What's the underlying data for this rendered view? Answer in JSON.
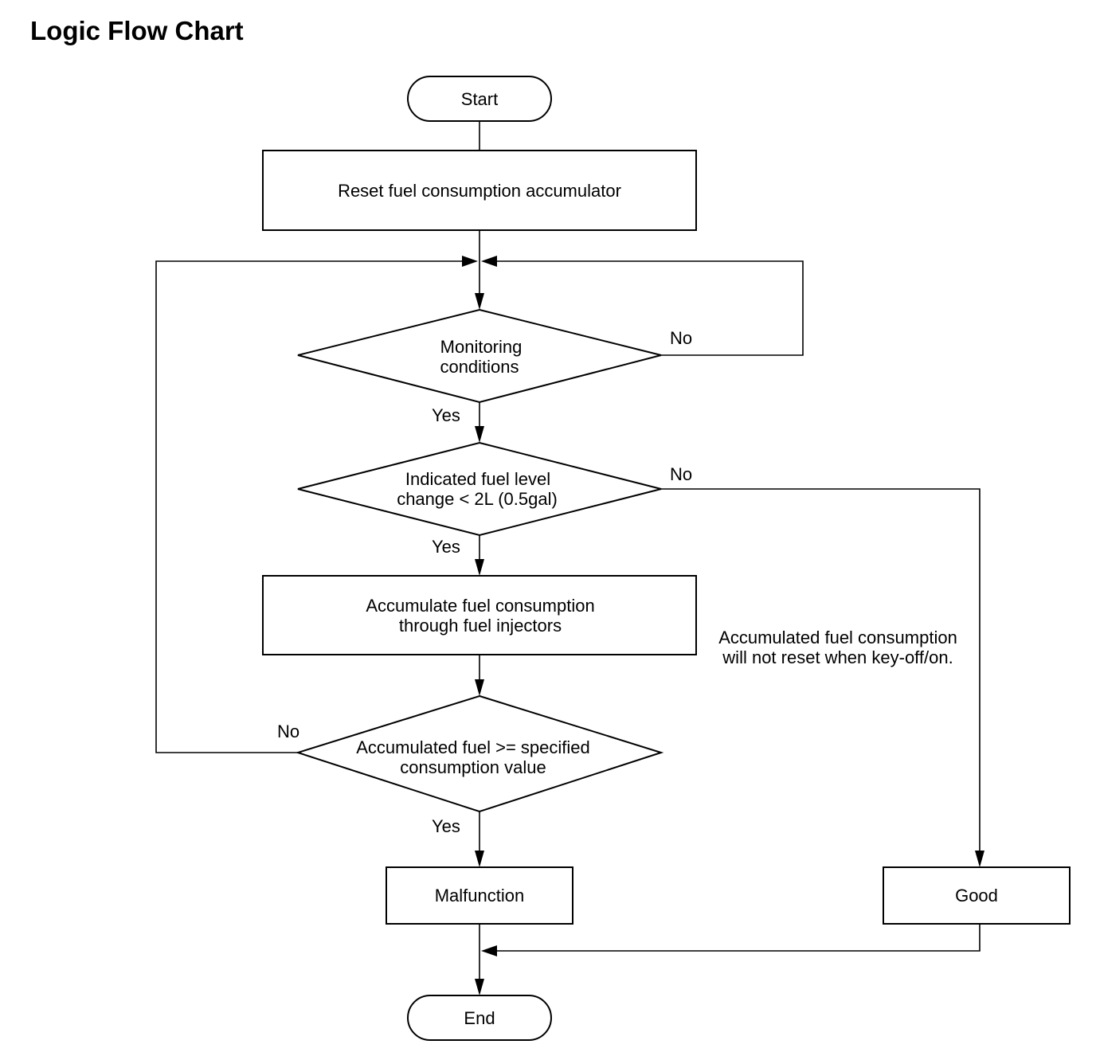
{
  "title": "Logic Flow Chart",
  "nodes": {
    "start": "Start",
    "reset": "Reset fuel consumption accumulator",
    "monitoring": [
      "Monitoring",
      "conditions"
    ],
    "fuel_level": [
      "Indicated fuel level",
      "change < 2L (0.5gal)"
    ],
    "accumulate": [
      "Accumulate fuel consumption",
      "through fuel injectors"
    ],
    "compare": [
      "Accumulated fuel >= specified",
      "consumption value"
    ],
    "malfunction": "Malfunction",
    "good": "Good",
    "end": "End"
  },
  "edge_labels": {
    "yes": "Yes",
    "no": "No"
  },
  "note": [
    "Accumulated fuel consumption",
    "will not reset when key-off/on."
  ]
}
